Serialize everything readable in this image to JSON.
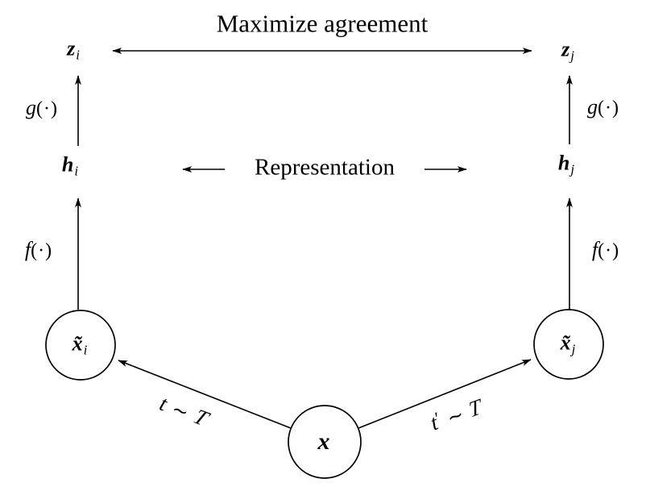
{
  "labels": {
    "maximize": "Maximize agreement",
    "representation": "Representation",
    "z_i": {
      "base": "z",
      "sub": "i"
    },
    "z_j": {
      "base": "z",
      "sub": "j"
    },
    "h_i": {
      "base": "h",
      "sub": "i"
    },
    "h_j": {
      "base": "h",
      "sub": "j"
    },
    "x_tilde_i": {
      "base": "x̃",
      "sub": "i"
    },
    "x_tilde_j": {
      "base": "x̃",
      "sub": "j"
    },
    "x": {
      "base": "x"
    },
    "g_left": {
      "fn": "g",
      "args": "(·)"
    },
    "g_right": {
      "fn": "g",
      "args": "(·)"
    },
    "f_left": {
      "fn": "f",
      "args": "(·)"
    },
    "f_right": {
      "fn": "f",
      "args": "(·)"
    },
    "t_left": {
      "var": "t",
      "prime": "",
      "rel": "∼",
      "family": "T"
    },
    "t_right": {
      "var": "t",
      "prime": "′",
      "rel": "∼",
      "family": "T"
    }
  },
  "colors": {
    "ink": "#000000",
    "background": "#ffffff"
  }
}
